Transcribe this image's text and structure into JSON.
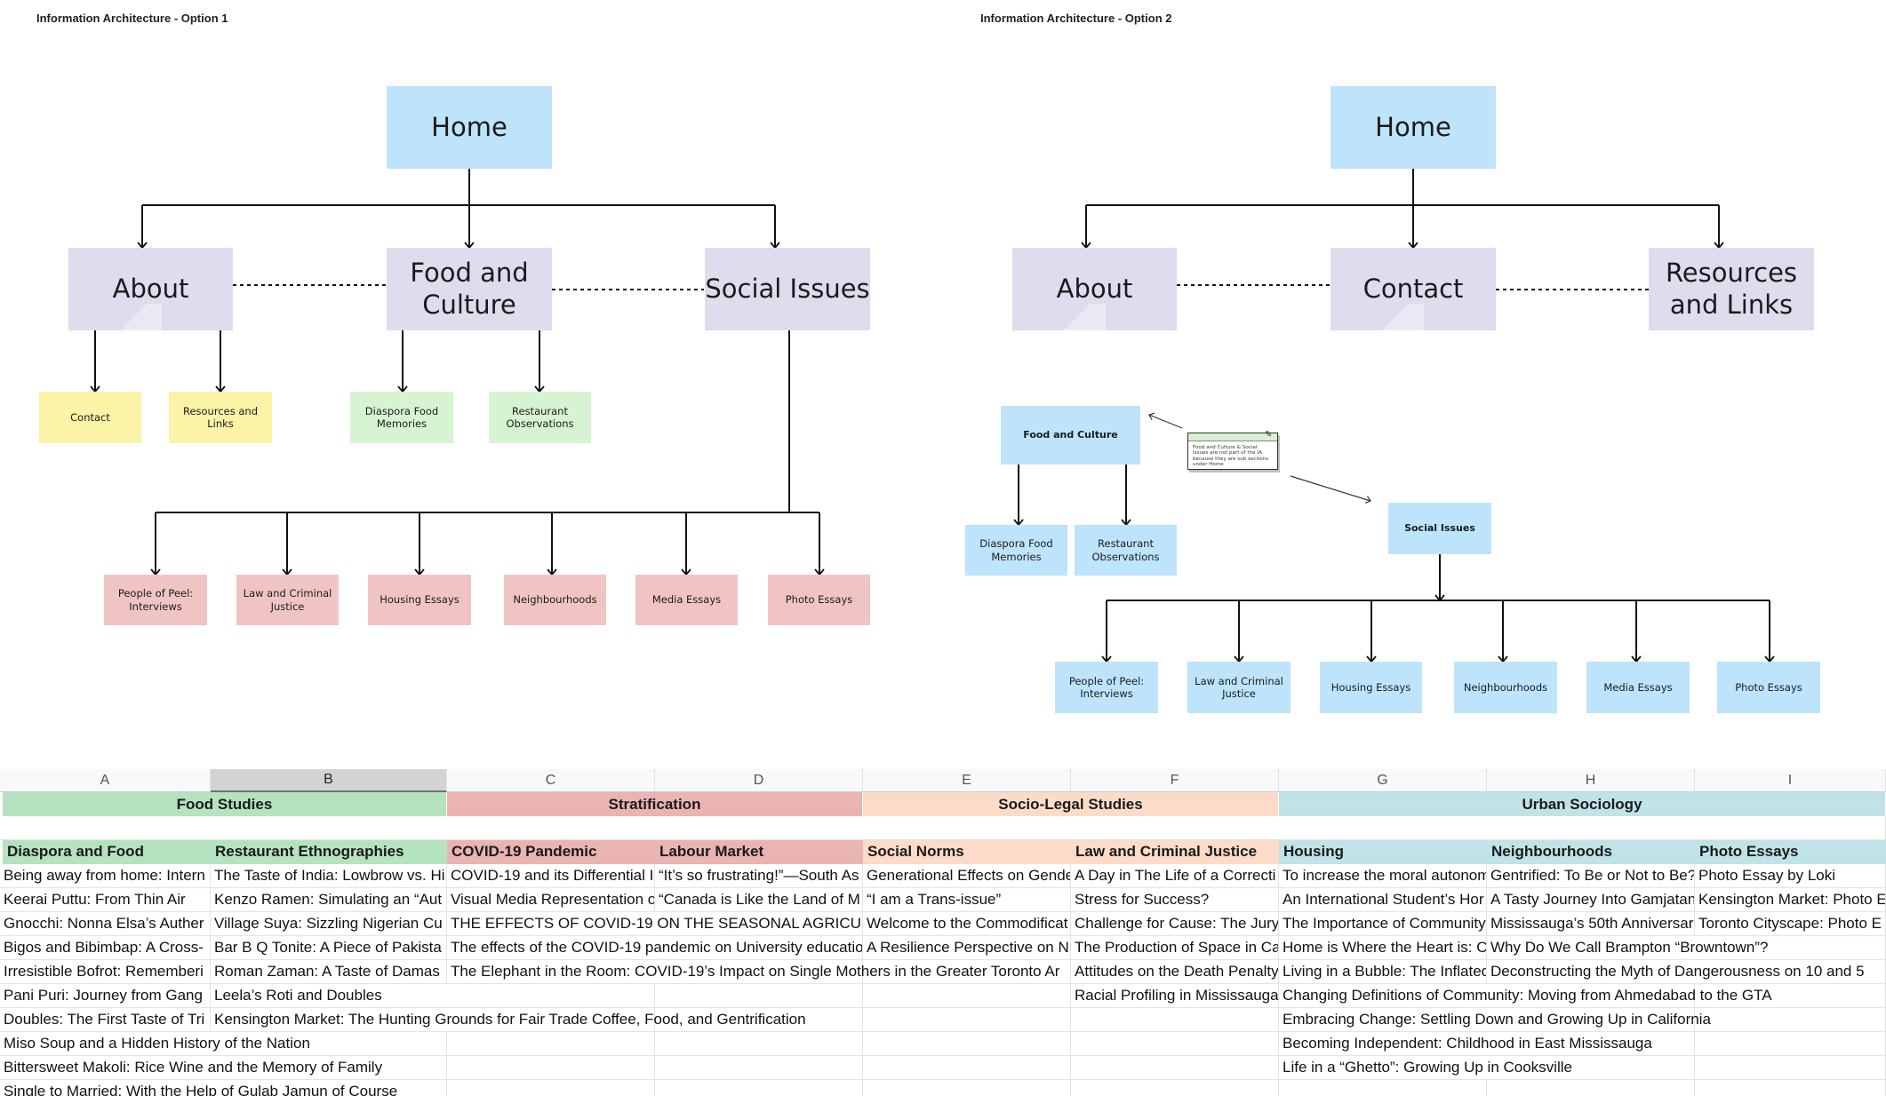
{
  "board": {
    "option1_title": "Information Architecture - Option 1",
    "option2_title": "Information Architecture - Option 2"
  },
  "option1": {
    "home": "Home",
    "about": "About",
    "food": "Food and Culture",
    "social": "Social Issues",
    "contact": "Contact",
    "resources": "Resources and Links",
    "diaspora": "Diaspora Food Memories",
    "restaurant": "Restaurant Observations",
    "children": [
      "People of Peel: Interviews",
      "Law and Criminal Justice",
      "Housing Essays",
      "Neighbourhoods",
      "Media Essays",
      "Photo Essays"
    ]
  },
  "option2": {
    "home": "Home",
    "about": "About",
    "contact": "Contact",
    "resources": "Resources and Links",
    "food": "Food and Culture",
    "social": "Social Issues",
    "diaspora": "Diaspora Food Memories",
    "restaurant": "Restaurant Observations",
    "note": "Food and Culture & Social Issues are not part of the IA because they are sub sections under Home",
    "children": [
      "People of Peel: Interviews",
      "Law and Criminal Justice",
      "Housing Essays",
      "Neighbourhoods",
      "Media Essays",
      "Photo Essays"
    ]
  },
  "sheet": {
    "columns": [
      "A",
      "B",
      "C",
      "D",
      "E",
      "F",
      "G",
      "H",
      "I"
    ],
    "groups": [
      "Food Studies",
      "Stratification",
      "Socio-Legal Studies",
      "Urban Sociology"
    ],
    "subheaders": [
      "Diaspora and Food",
      "Restaurant Ethnographies",
      "COVID-19 Pandemic",
      "Labour Market",
      "Social Norms",
      "Law and Criminal Justice",
      "Housing",
      "Neighbourhoods",
      "Photo Essays"
    ],
    "rows": [
      [
        "Being away from home: Intern",
        "The Taste of India: Lowbrow vs. Hi",
        "COVID-19 and its Differential I",
        "“It’s so frustrating!”—South As",
        "Generational Effects on Gende",
        "A Day in The Life of a Correcti",
        "To increase the moral autonom",
        "Gentrified: To Be or Not to Be?",
        "Photo Essay by Loki"
      ],
      [
        "Keerai Puttu: From Thin Air",
        "Kenzo Ramen: Simulating an “Aut",
        "Visual Media Representation o",
        "“Canada is Like the Land of M",
        "“I am a Trans-issue”",
        "Stress for Success?",
        "An International Student’s Hor",
        "A Tasty Journey Into Gamjatan",
        "Kensington Market: Photo E"
      ],
      [
        "Gnocchi: Nonna Elsa’s Auther",
        "Village Suya: Sizzling Nigerian Cu",
        "THE EFFECTS OF COVID-19 ON THE SEASONAL AGRICU",
        "",
        "Welcome to the Commodificat",
        "Challenge for Cause: The Jury",
        "The Importance of Community",
        "Mississauga’s 50th Anniversar",
        "Toronto Cityscape: Photo E"
      ],
      [
        "Bigos and Bibimbap: A Cross-",
        "Bar B Q Tonite: A Piece of Pakista",
        "The effects of the COVID-19 pandemic on University educatio",
        "",
        "A Resilience Perspective on N",
        "The Production of Space in Ca",
        "Home is Where the Heart is: C",
        "Why Do We Call Brampton “Browntown”?",
        ""
      ],
      [
        "Irresistible Bofrot: Rememberi",
        "Roman Zaman: A Taste of Damas",
        "The Elephant in the Room: COVID-19’s Impact on Single Mothers in the Greater Toronto Ar",
        "",
        "",
        "Attitudes on the Death Penalty",
        "Living in a Bubble: The Inflated",
        "Deconstructing the Myth of Dangerousness on 10 and 5",
        ""
      ],
      [
        "Pani Puri: Journey from Gang",
        "Leela’s Roti and Doubles",
        "",
        "",
        "",
        "Racial Profiling in Mississauga",
        "Changing Definitions of Community: Moving from Ahmedabad to the GTA",
        "",
        ""
      ],
      [
        "Doubles: The First Taste of Tri",
        "Kensington Market: The Hunting Grounds for Fair Trade Coffee, Food, and Gentrification",
        "",
        "",
        "",
        "",
        "Embracing Change: Settling Down and Growing Up in California",
        "",
        ""
      ],
      [
        "Miso Soup and a Hidden History of the Nation",
        "",
        "",
        "",
        "",
        "",
        "Becoming Independent: Childhood in East Mississauga",
        "",
        ""
      ],
      [
        "Bittersweet Makoli: Rice Wine and the Memory of Family",
        "",
        "",
        "",
        "",
        "",
        "Life in a “Ghetto”: Growing Up in Cooksville",
        "",
        ""
      ],
      [
        "Single to Married: With the Help of Gulab Jamun of Course",
        "",
        "",
        "",
        "",
        "",
        "",
        "",
        ""
      ]
    ]
  }
}
